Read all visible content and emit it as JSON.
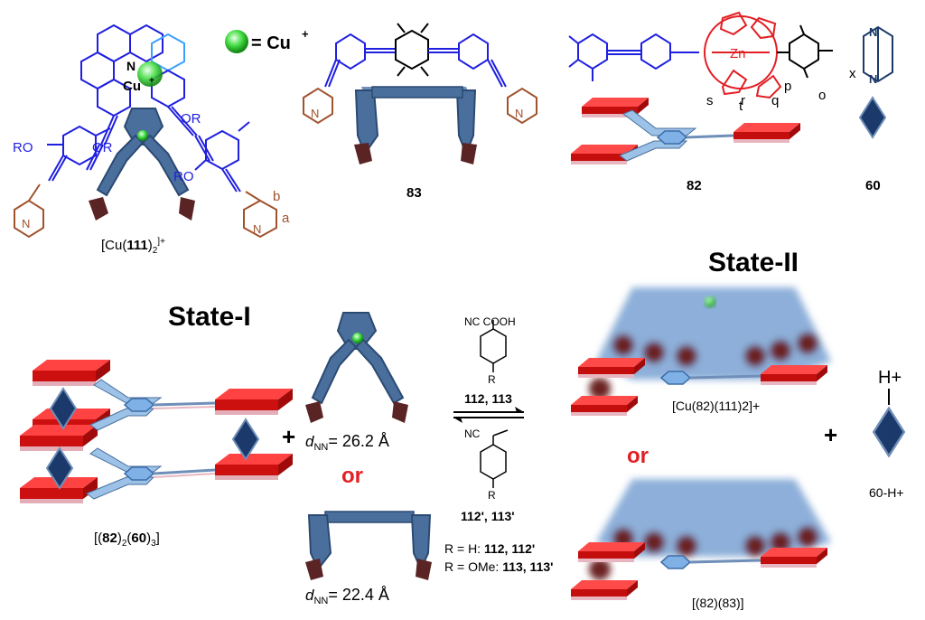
{
  "legend": {
    "cu_symbol_text": "= Cu",
    "cu_charge": "+"
  },
  "complexes": {
    "cu111": {
      "prefix": "[Cu(",
      "number": "111",
      "sub": "2",
      "sup": "]+"
    },
    "c83": "83",
    "c82": "82",
    "c60": "60"
  },
  "atoms": {
    "cu": "Cu",
    "cu_plus": "+",
    "n": "N",
    "zn": "Zn",
    "ro_top_right": "OR",
    "ro_left": "RO",
    "or_left": "OR",
    "ro_right": "RO",
    "pos_b": "b",
    "pos_a": "a",
    "pos_t": "t",
    "pos_s": "s",
    "pos_r": "r",
    "pos_q": "q",
    "pos_p": "p",
    "pos_o": "o",
    "pos_x": "x"
  },
  "states": {
    "state1": "State-I",
    "state2": "State-II"
  },
  "left_assembly": {
    "label_open": "[(",
    "n82": "82",
    "sub2": "2",
    "n60": "60",
    "sub3": "3",
    "close": ")]"
  },
  "plus": "+",
  "or": "or",
  "distances": {
    "d_symbol": "d",
    "d_sub": "NN",
    "val1": "= 26.2 Å",
    "val2": "= 22.4 Å"
  },
  "reagents": {
    "top_formula": "NC  COOH",
    "top_r": "R",
    "top_compounds": "112, 113",
    "bottom_formula": "NC",
    "bottom_r": "R",
    "bottom_compounds": "112', 113'",
    "r_h": "R = H: ",
    "r_h_compounds": "112, 112'",
    "r_ome": "R = OMe: ",
    "r_ome_compounds": "113, 113'"
  },
  "products": {
    "cu_product": "[Cu(82)(111)2]+",
    "p83_product": "[(82)(83)]",
    "h_plus": "H+",
    "h_species": "60-H+"
  },
  "colors": {
    "porphyrin_red": "#e31e24",
    "blue_ligand": "#1f1fe0",
    "brown_pyridine": "#a0522d",
    "steel_blue": "#4a6f9c",
    "dark_navy": "#1b3a6b",
    "copper_green": "#33cc33",
    "or_red": "#e31e24"
  }
}
